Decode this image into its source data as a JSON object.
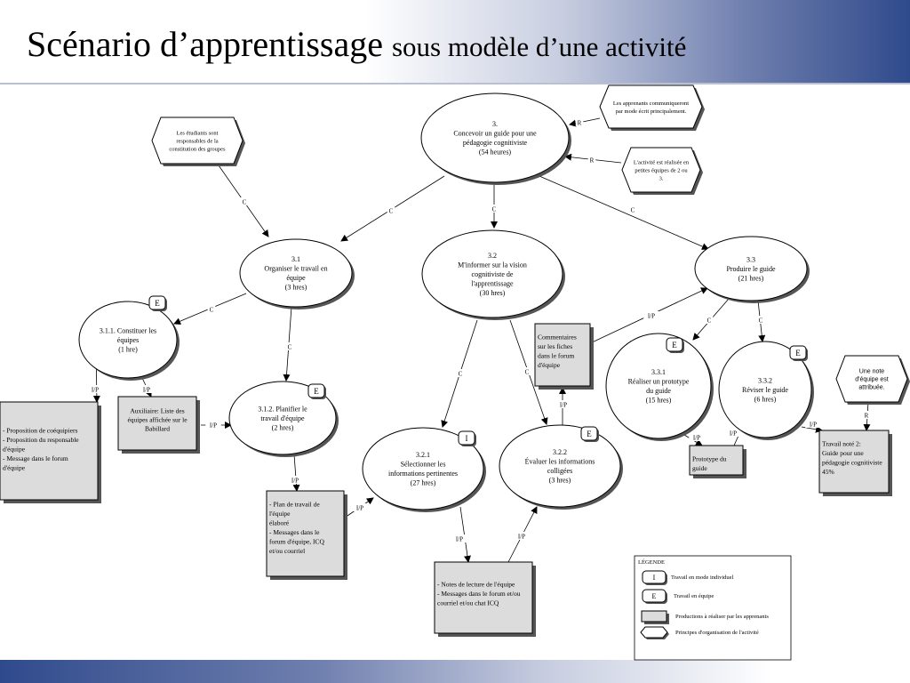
{
  "title": {
    "main": "Scénario d’apprentissage",
    "sub": "sous modèle d’une activité"
  },
  "nodes": {
    "n3": [
      "3.",
      "Concevoir un guide pour une",
      "pédagogie cognitiviste",
      "(54 heures)"
    ],
    "n31": [
      "3.1",
      "Organiser le travail en",
      "équipe",
      "(3 hres)"
    ],
    "n32": [
      "3.2",
      "M'informer sur la vision",
      "cognitiviste de",
      "l'apprentissage",
      "(30 hres)"
    ],
    "n33": [
      "3.3",
      "Produire le guide",
      "(21 hres)"
    ],
    "n311": [
      "3.1.1. Constituer les",
      "équipes",
      "(1 hre)"
    ],
    "n312": [
      "3.1.2. Planifier le",
      "travail d'équipe",
      "(2 hres)"
    ],
    "n321": [
      "3.2.1",
      "Sélectionner les",
      "informations pertinentes",
      "(27 hres)"
    ],
    "n322": [
      "3.2.2",
      "Évaluer les informations",
      "colligées",
      "(3 hres)"
    ],
    "n331": [
      "3.3.1",
      "Réaliser un prototype",
      "du guide",
      "(15 hres)"
    ],
    "n332": [
      "3.3.2",
      "Réviser le guide",
      "(6 hres)"
    ]
  },
  "badges": {
    "n311": "E",
    "n312": "E",
    "n321": "I",
    "n322": "E",
    "n331": "E",
    "n332": "E"
  },
  "principles": {
    "p_groups": [
      "Les étudiants sont",
      "responsables de la",
      "constitution des groupes"
    ],
    "p_comm": [
      "Les apprenants communiqueront",
      "par mode écrit principalement."
    ],
    "p_small": [
      "L'activité est réalisée en",
      "petites équipes de 2 ou",
      "3."
    ],
    "p_note": [
      "Une note",
      "d'équipe est",
      "attribuée."
    ]
  },
  "products": {
    "prod_left": [
      "-  Proposition de coéquipiers",
      "- Proposition du responsable",
      "d'équipe",
      "- Message dans le forum",
      "d'équipe"
    ],
    "prod_aux": [
      "Auxiliaire:  Liste des",
      "équipes affichée sur le",
      "Babillard"
    ],
    "prod_plan": [
      "- Plan de travail de",
      "l'équipe",
      "élaboré",
      "- Messages dans le",
      "forum d'équipe, ICQ",
      "et/ou courriel"
    ],
    "prod_comments": [
      "Commentaires",
      "sur les fiches",
      "dans le forum",
      "d'équipe"
    ],
    "prod_notes": [
      "- Notes de lecture de l'équipe",
      "- Messages dans le forum et/ou",
      "courriel et/ou chat ICQ"
    ],
    "prod_proto": [
      "Prototype du",
      "guide"
    ],
    "prod_final": [
      "Travail noté 2:",
      "Guide pour une",
      "pédagogie cognitiviste",
      "45%"
    ]
  },
  "link_labels": {
    "C": "C",
    "R": "R",
    "IP": "I/P"
  },
  "legend": {
    "title": "LÉGENDE",
    "items": [
      {
        "symbol": "I",
        "text": "Travail en mode individuel"
      },
      {
        "symbol": "E",
        "text": "Travail en équipe"
      },
      {
        "symbol": "",
        "text": "Productions à réaliser par les apprenants"
      },
      {
        "symbol": "",
        "text": "Principes d'organisation de l'activité"
      }
    ]
  },
  "colors": {
    "product_fill": "#dcdcdc",
    "shadow": "#555555",
    "header_dark": "#2f4a8c"
  }
}
